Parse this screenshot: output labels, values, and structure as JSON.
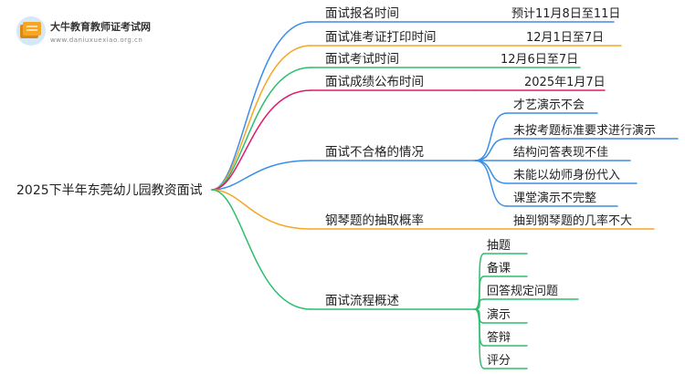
{
  "logo": {
    "title": "大牛教育教师证考试网",
    "url": "www.daniuxuexiao.org.cn",
    "colors": {
      "book": "#f6a623",
      "book_dark": "#d9891a",
      "circle": "#d4e8f7"
    }
  },
  "mindmap": {
    "root": "2025下半年东莞幼儿园教资面试",
    "branches": [
      {
        "label": "面试报名时间",
        "color": "#3b8ee6",
        "children": [
          "预计11月8日至11日"
        ]
      },
      {
        "label": "面试准考证打印时间",
        "color": "#f5a623",
        "children": [
          "12月1日至7日"
        ]
      },
      {
        "label": "面试考试时间",
        "color": "#2dbe6c",
        "children": [
          "12月6日至7日"
        ]
      },
      {
        "label": "面试成绩公布时间",
        "color": "#e0186c",
        "children": [
          "2025年1月7日"
        ]
      },
      {
        "label": "面试不合格的情况",
        "color": "#3b8ee6",
        "children": [
          "才艺演示不会",
          "未按考题标准要求进行演示",
          "结构问答表现不佳",
          "未能以幼师身份代入",
          "课堂演示不完整"
        ]
      },
      {
        "label": "钢琴题的抽取概率",
        "color": "#f5a623",
        "children": [
          "抽到钢琴题的几率不大"
        ]
      },
      {
        "label": "面试流程概述",
        "color": "#2dbe6c",
        "children": [
          "抽题",
          "备课",
          "回答规定问题",
          "演示",
          "答辩",
          "评分"
        ]
      }
    ]
  }
}
